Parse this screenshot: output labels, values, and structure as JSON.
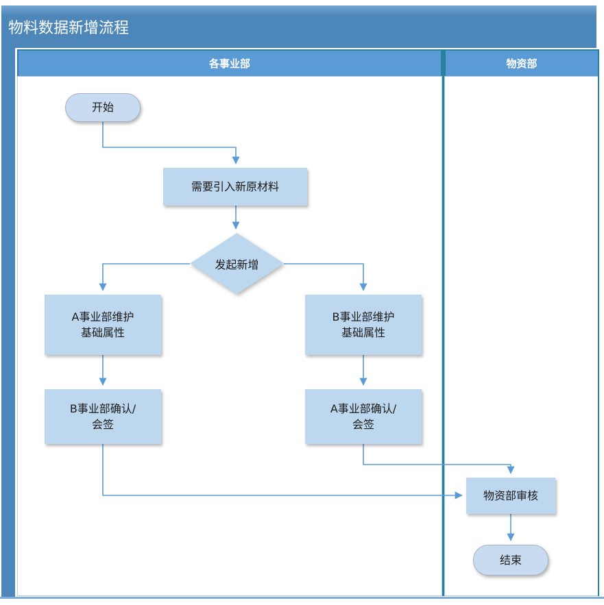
{
  "page": {
    "title": "物料数据新增流程"
  },
  "lanes": [
    {
      "label": "各事业部"
    },
    {
      "label": "物资部"
    }
  ],
  "nodes": {
    "start": {
      "label": "开始",
      "type": "terminator",
      "lane": "各事业部"
    },
    "need": {
      "label": "需要引入新原材料",
      "type": "process",
      "lane": "各事业部"
    },
    "decision": {
      "label": "发起新增",
      "type": "decision",
      "lane": "各事业部"
    },
    "a_maintain": {
      "line1": "A事业部维护",
      "line2": "基础属性",
      "type": "process",
      "lane": "各事业部"
    },
    "b_maintain": {
      "line1": "B事业部维护",
      "line2": "基础属性",
      "type": "process",
      "lane": "各事业部"
    },
    "b_confirm": {
      "line1": "B事业部确认/",
      "line2": "会签",
      "type": "process",
      "lane": "各事业部"
    },
    "a_confirm": {
      "line1": "A事业部确认/",
      "line2": "会签",
      "type": "process",
      "lane": "各事业部"
    },
    "review": {
      "label": "物资部审核",
      "type": "process",
      "lane": "物资部"
    },
    "end": {
      "label": "结束",
      "type": "terminator",
      "lane": "物资部"
    }
  },
  "edges": [
    {
      "from": "start",
      "to": "need"
    },
    {
      "from": "need",
      "to": "decision"
    },
    {
      "from": "decision",
      "to": "a_maintain"
    },
    {
      "from": "decision",
      "to": "b_maintain"
    },
    {
      "from": "a_maintain",
      "to": "b_confirm"
    },
    {
      "from": "b_maintain",
      "to": "a_confirm"
    },
    {
      "from": "b_confirm",
      "to": "review"
    },
    {
      "from": "a_confirm",
      "to": "review"
    },
    {
      "from": "review",
      "to": "end"
    }
  ],
  "colors": {
    "title_bar": "#4d86b9",
    "lane_header": "#5b9bd5",
    "lane_border_teal": "#2a80a2",
    "lane_body_border": "#b3cde3",
    "shape_fill": "#bdd7ee",
    "terminator_fill": "#c9dbf0",
    "connector": "#5b9bd5",
    "text": "#1a1a1a",
    "header_text": "#ffffff"
  }
}
